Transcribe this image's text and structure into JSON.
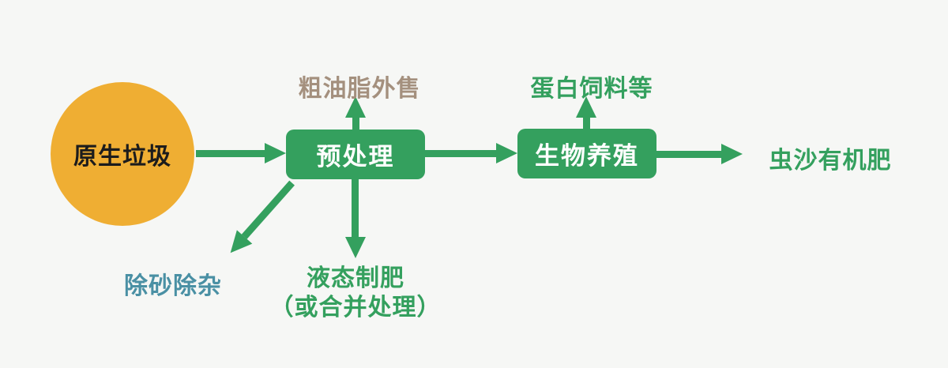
{
  "colors": {
    "background": "#f6f7f5",
    "green": "#34a05e",
    "orange": "#efae33",
    "tan": "#a4907e",
    "teal": "#4a90a4",
    "ink": "#1c1c1c",
    "white": "#ffffff"
  },
  "nodes": {
    "source": {
      "label": "原生垃圾"
    },
    "pretreatment": {
      "label": "预处理"
    },
    "bio_breeding": {
      "label": "生物养殖"
    }
  },
  "labels": {
    "crude_oil": "粗油脂外售",
    "protein_feed": "蛋白饲料等",
    "sand_removal": "除砂除杂",
    "liquid_fertilizer_line1": "液态制肥",
    "liquid_fertilizer_line2": "（或合并处理）",
    "organic_fertilizer": "虫沙有机肥"
  },
  "edges": [
    {
      "from": "原生垃圾",
      "to": "预处理"
    },
    {
      "from": "预处理",
      "to": "粗油脂外售"
    },
    {
      "from": "预处理",
      "to": "除砂除杂"
    },
    {
      "from": "预处理",
      "to": "液态制肥（或合并处理）"
    },
    {
      "from": "预处理",
      "to": "生物养殖"
    },
    {
      "from": "生物养殖",
      "to": "蛋白饲料等"
    },
    {
      "from": "生物养殖",
      "to": "虫沙有机肥"
    }
  ]
}
